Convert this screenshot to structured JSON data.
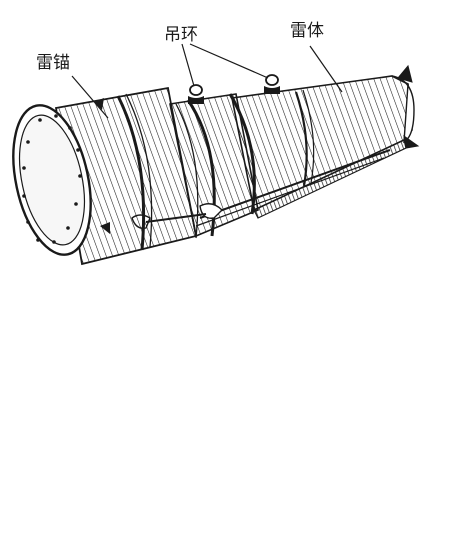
{
  "labels": {
    "anchor": "雷锚",
    "lifting_rings": "吊环",
    "mine_body": "雷体"
  },
  "colors": {
    "ink": "#1a1a1a",
    "paper": "#ffffff",
    "shade": "#cfcfcf"
  }
}
